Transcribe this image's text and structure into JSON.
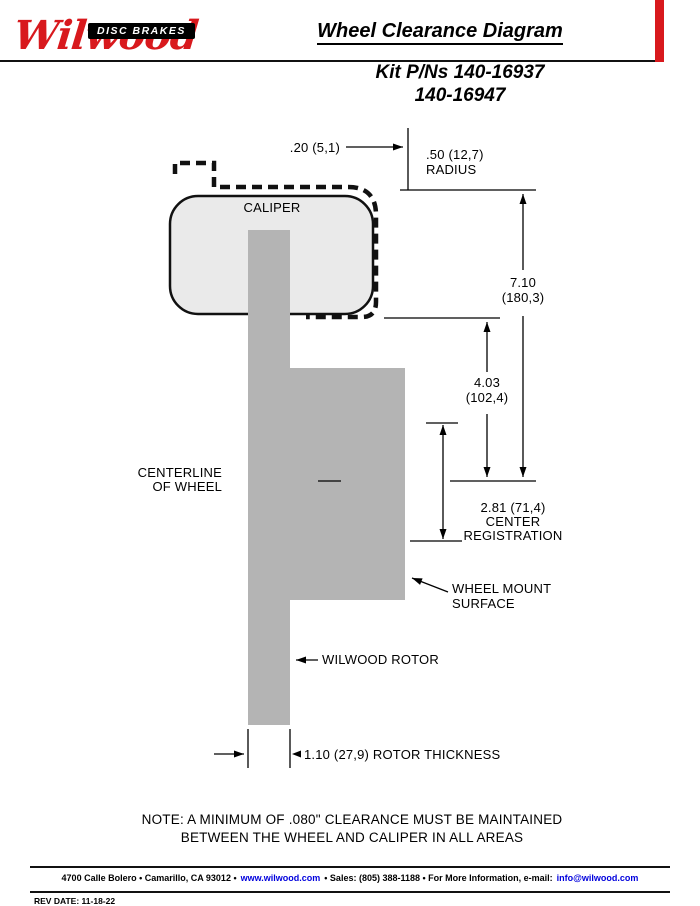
{
  "colors": {
    "brand_red": "#d8191d",
    "link_blue": "#0000dd",
    "rotor_gray": "#b4b4b4",
    "caliper_gray": "#eaeaea"
  },
  "header": {
    "brand_script": "Wilwood",
    "brand_tag": "DISC BRAKES",
    "title": "Wheel Clearance Diagram",
    "kit_line1": "Kit P/Ns 140-16937",
    "kit_line2": "140-16947"
  },
  "diagram": {
    "caliper_label": "CALIPER",
    "dim_top_clearance": ".20 (5,1)",
    "radius_line1": ".50 (12,7)",
    "radius_line2": "RADIUS",
    "dim_710_line1": "7.10",
    "dim_710_line2": "(180,3)",
    "dim_403_line1": "4.03",
    "dim_403_line2": "(102,4)",
    "centerline_line1": "CENTERLINE",
    "centerline_line2": "OF WHEEL",
    "dim_281_line1": "2.81 (71,4)",
    "dim_281_line2": "CENTER",
    "dim_281_line3": "REGISTRATION",
    "wheel_mount_line1": "WHEEL MOUNT",
    "wheel_mount_line2": "SURFACE",
    "rotor_label": "WILWOOD ROTOR",
    "rotor_thickness": "1.10 (27,9) ROTOR THICKNESS"
  },
  "note": {
    "line1": "NOTE: A MINIMUM OF .080\" CLEARANCE MUST BE MAINTAINED",
    "line2": "BETWEEN THE WHEEL AND CALIPER IN ALL AREAS"
  },
  "footer": {
    "address": "4700 Calle Bolero • Camarillo, CA 93012 •",
    "web_link": "www.wilwood.com",
    "sales": "• Sales: (805) 388-1188 • For More Information, e-mail:",
    "email_link": "info@wilwood.com",
    "rev_date": "REV DATE:  11-18-22"
  }
}
